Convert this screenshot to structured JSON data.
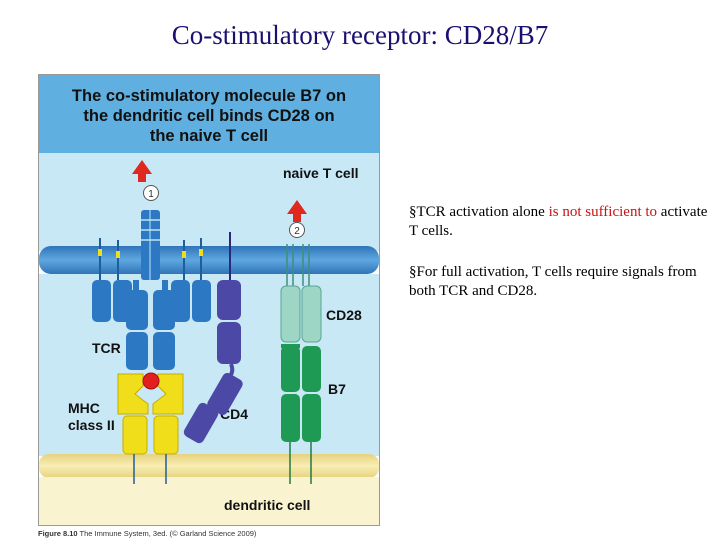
{
  "slide": {
    "title": "Co-stimulatory receptor: CD28/B7"
  },
  "figure": {
    "header_lines": [
      "The co-stimulatory molecule B7 on",
      "the dendritic cell binds CD28 on",
      "the naive T cell"
    ],
    "labels": {
      "naive_t_cell": "naive T cell",
      "tcr": "TCR",
      "cd28": "CD28",
      "mhc_line1": "MHC",
      "mhc_line2": "class II",
      "cd4": "CD4",
      "b7": "B7",
      "dendritic_cell": "dendritic cell",
      "signal_1": "1",
      "signal_2": "2"
    },
    "caption_bold": "Figure 8.10",
    "caption_rest": " The Immune System, 3ed. (© Garland Science 2009)"
  },
  "bullets": [
    {
      "marker": "§",
      "before": "TCR activation alone ",
      "highlight": "is not sufficient to",
      "after": " activate T cells."
    },
    {
      "marker": "§",
      "text": "For full activation, T cells require signals from both TCR and CD28."
    }
  ],
  "colors": {
    "title": "#1a1070",
    "header_bg": "#5fb0e0",
    "t_cell_bg": "#c9e8f6",
    "membrane": "#3e86c6",
    "dendritic_bg": "#faf3cf",
    "dendritic_membrane": "#ebdb92",
    "tcr": "#2d78c2",
    "cd4": "#4b48a6",
    "cd28": "#9ed6c6",
    "b7": "#1f9a55",
    "mhc": "#f0de1a",
    "peptide": "#e21e1e",
    "highlight_text": "#cc1111"
  }
}
